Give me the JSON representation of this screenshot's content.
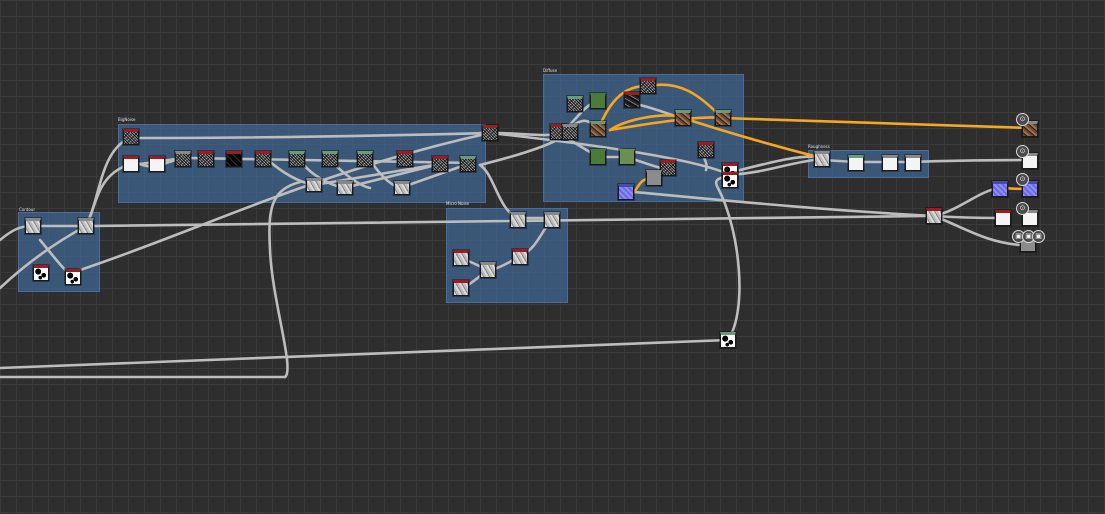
{
  "app": "Substance Designer graph view",
  "frames": [
    {
      "key": "contour",
      "title": "Contour"
    },
    {
      "key": "bignoise",
      "title": "BigNoise"
    },
    {
      "key": "diffuse",
      "title": "Diffuse"
    },
    {
      "key": "micro_noise",
      "title": "Micro Noise"
    },
    {
      "key": "roughness",
      "title": "Roughness"
    }
  ],
  "colors": {
    "background": "#2e2e2e",
    "grid": "#3a3a3a",
    "frame": "#406896",
    "connection": "#bdbdbd",
    "color_connection": "#f5a623",
    "node_header_grayscale": "#9b1c23",
    "node_header_color": "#6b9a7a",
    "node_header_vector": "#4a4aa8"
  },
  "icons": {
    "output": "output-node-icon",
    "export": "export-icons"
  }
}
